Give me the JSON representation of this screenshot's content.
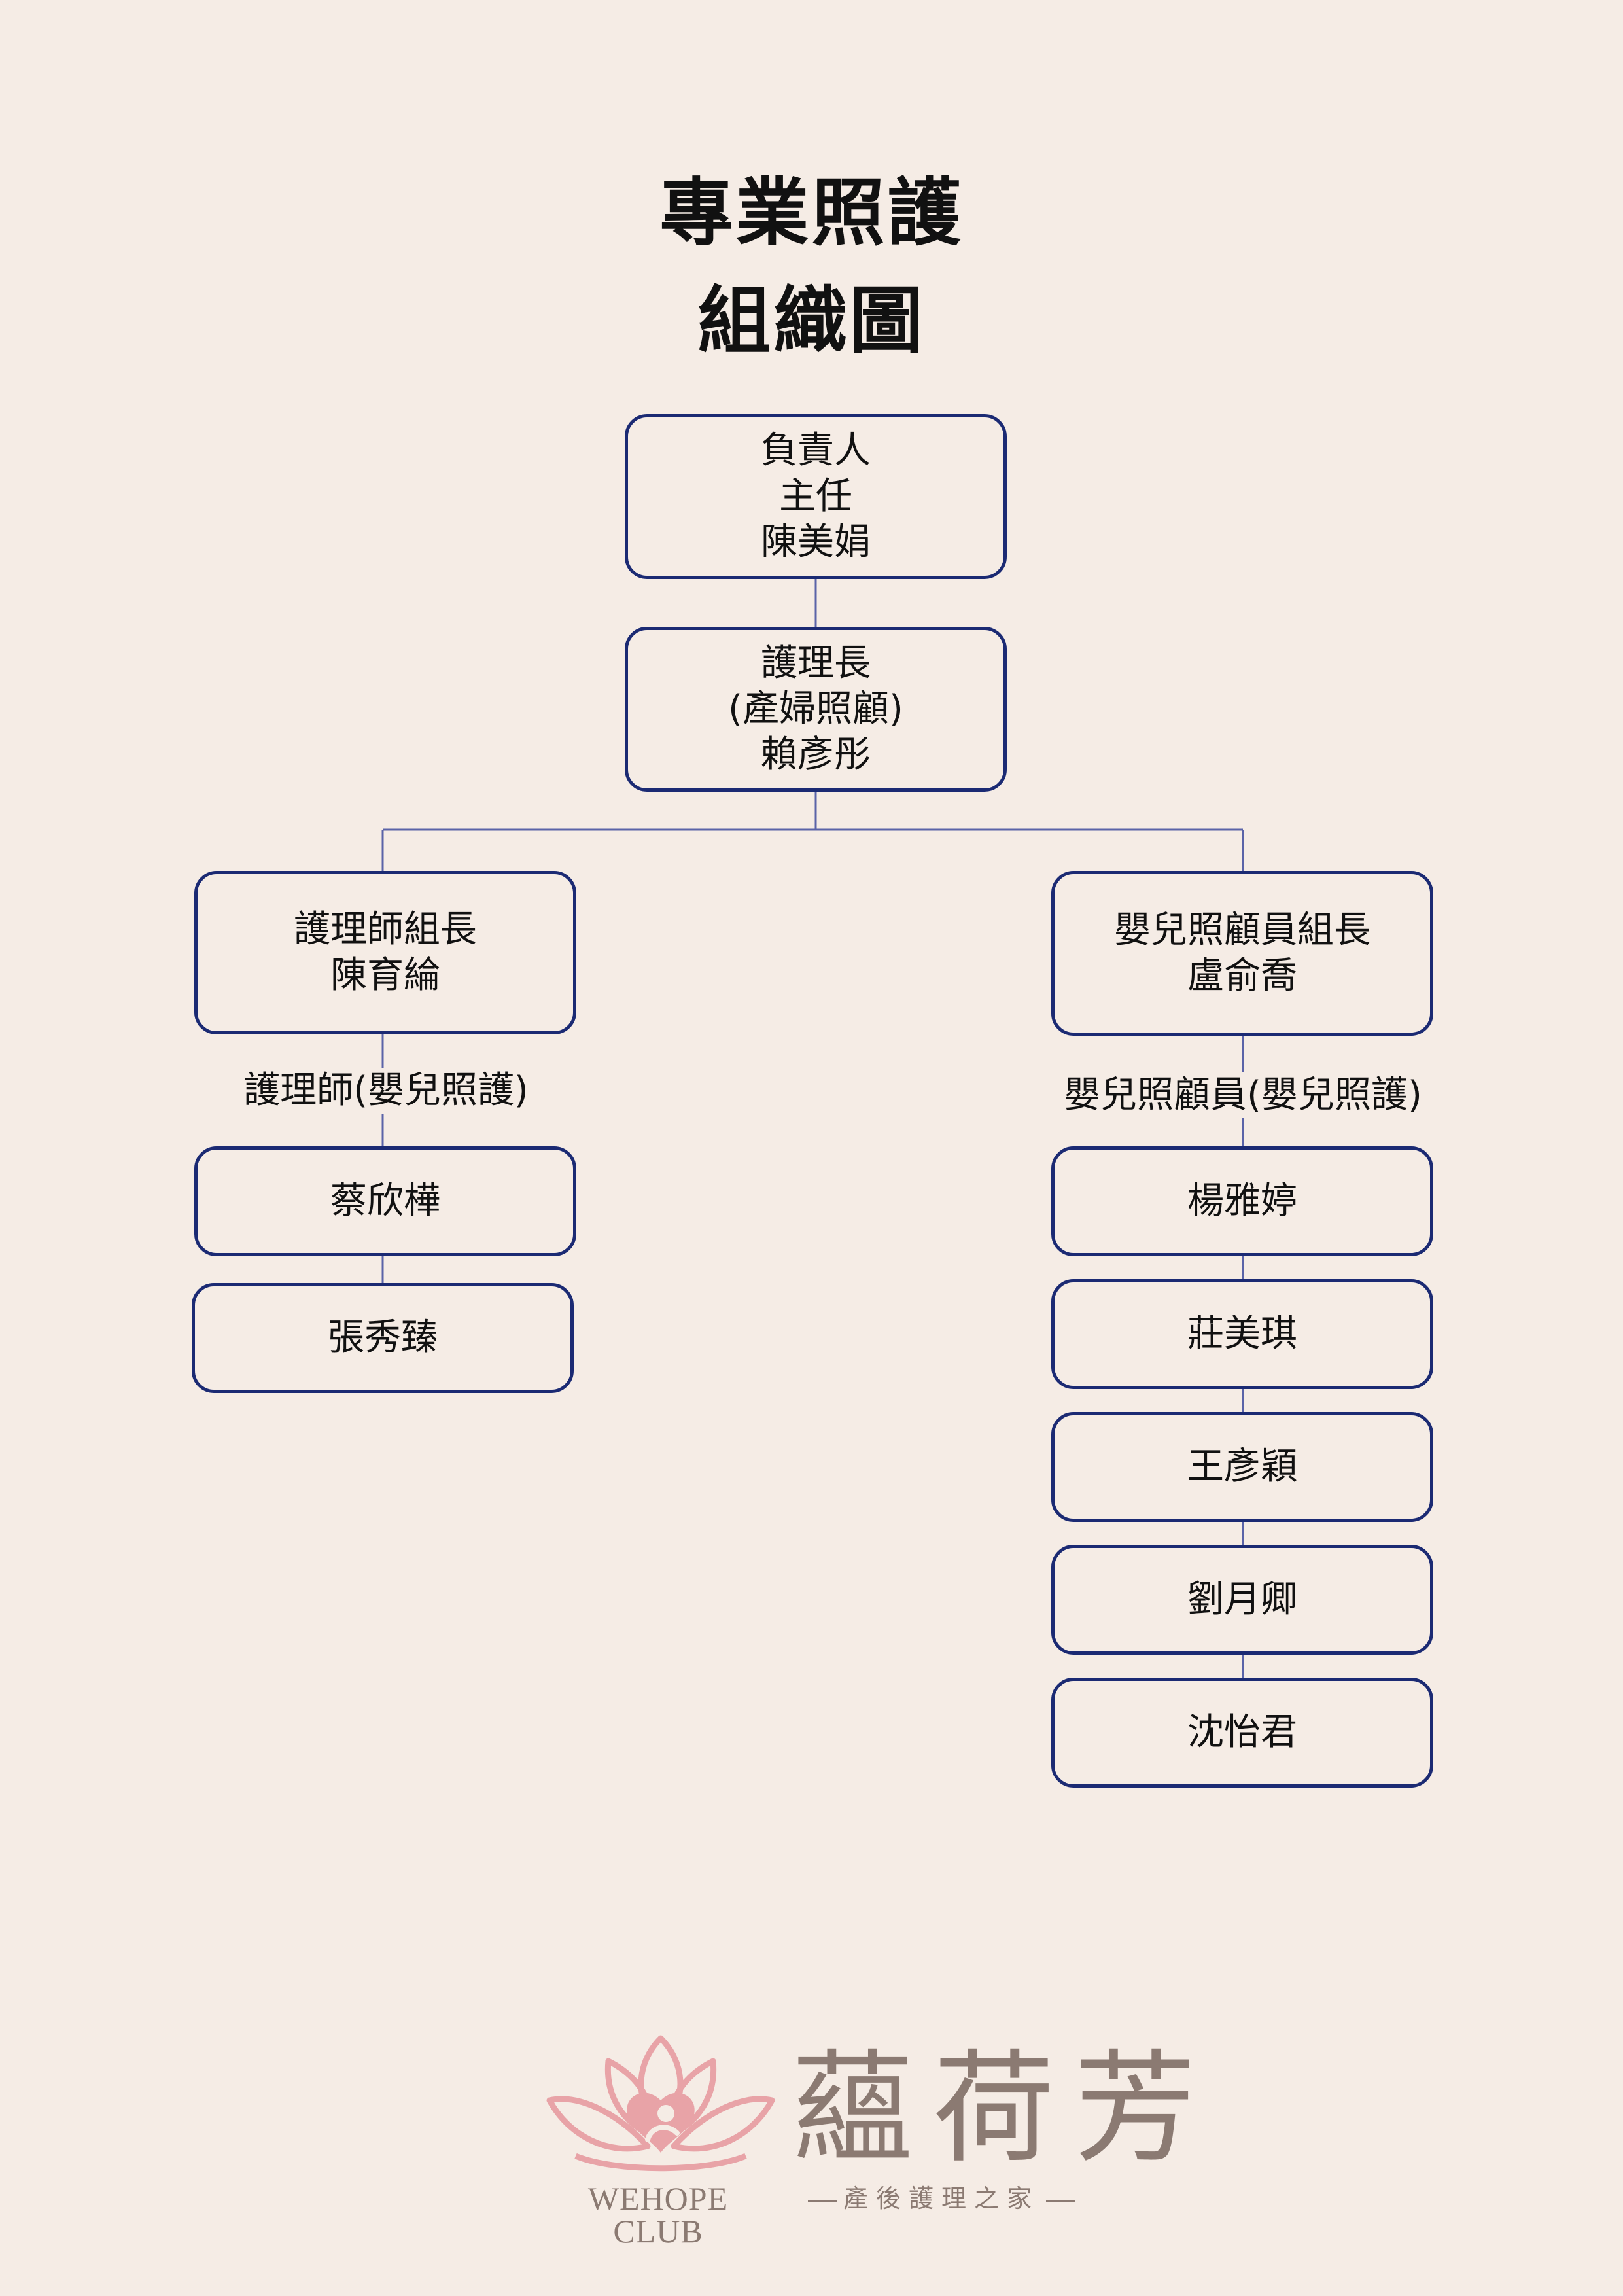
{
  "title": [
    "專業照護",
    "組織圖"
  ],
  "chart": {
    "head": [
      "負責人",
      "主任",
      "陳美娟"
    ],
    "head_nurse": [
      "護理長",
      "(產婦照顧)",
      "賴彥彤"
    ],
    "nurse_branch": {
      "leader": [
        "護理師組長",
        "陳育綸"
      ],
      "label": "護理師(嬰兒照護)",
      "members": [
        "蔡欣樺",
        "張秀臻"
      ]
    },
    "infant_branch": {
      "leader": [
        "嬰兒照顧員組長",
        "盧俞喬"
      ],
      "label": "嬰兒照顧員(嬰兒照護)",
      "members": [
        "楊雅婷",
        "莊美琪",
        "王彥穎",
        "劉月卿",
        "沈怡君"
      ]
    }
  },
  "brand": {
    "name_cn": "蘊荷芳",
    "name_en": "WEHOPE CLUB",
    "tagline": "產後護理之家"
  },
  "colors": {
    "background": "#f5ece5",
    "box_border": "#1b2a73",
    "connector": "#5a63a8",
    "logo_pink": "#e8a3a7",
    "brand_text": "#8b7a72"
  }
}
